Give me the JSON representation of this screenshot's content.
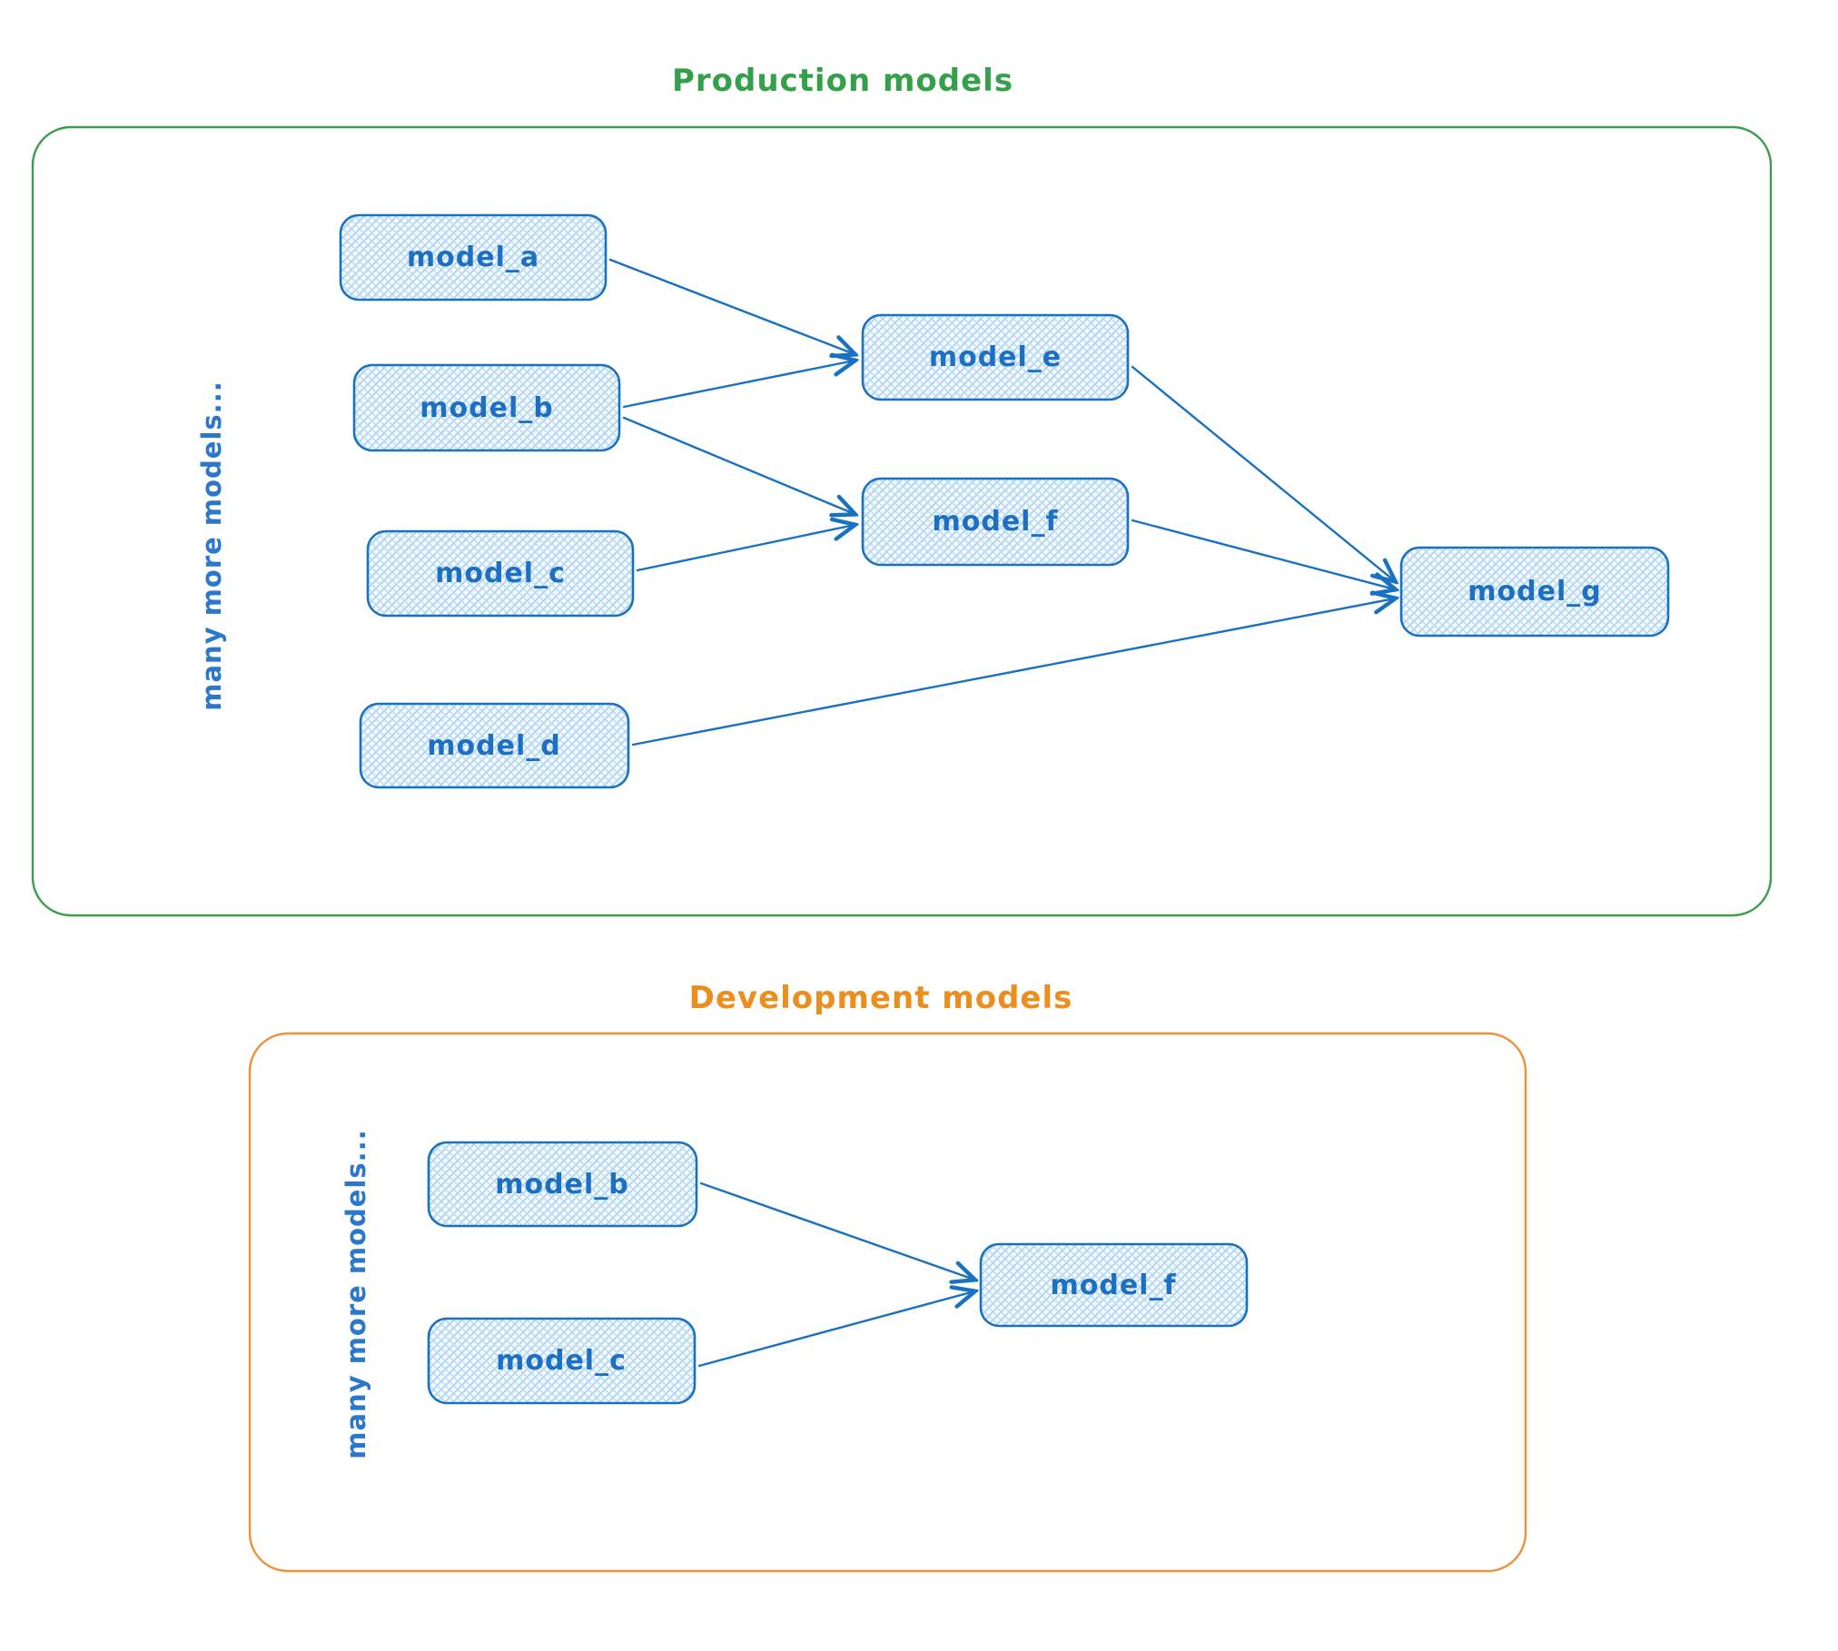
{
  "production": {
    "title": "Production models",
    "side_label": "many more models...",
    "nodes": {
      "a": {
        "label": "model_a"
      },
      "b": {
        "label": "model_b"
      },
      "c": {
        "label": "model_c"
      },
      "d": {
        "label": "model_d"
      },
      "e": {
        "label": "model_e"
      },
      "f": {
        "label": "model_f"
      },
      "g": {
        "label": "model_g"
      }
    },
    "edges": [
      {
        "from": "model_a",
        "to": "model_e"
      },
      {
        "from": "model_b",
        "to": "model_e"
      },
      {
        "from": "model_b",
        "to": "model_f"
      },
      {
        "from": "model_c",
        "to": "model_f"
      },
      {
        "from": "model_e",
        "to": "model_g"
      },
      {
        "from": "model_f",
        "to": "model_g"
      },
      {
        "from": "model_d",
        "to": "model_g"
      }
    ]
  },
  "development": {
    "title": "Development models",
    "side_label": "many more models...",
    "nodes": {
      "b": {
        "label": "model_b"
      },
      "c": {
        "label": "model_c"
      },
      "f": {
        "label": "model_f"
      }
    },
    "edges": [
      {
        "from": "model_b",
        "to": "model_f"
      },
      {
        "from": "model_c",
        "to": "model_f"
      }
    ]
  },
  "colors": {
    "node_stroke": "#1971c2",
    "node_fill_hatch": "#a5d8ff",
    "node_text": "#1c6fc2",
    "production_border": "#3a9e4c",
    "production_title": "#35a04a",
    "development_border": "#ef9136",
    "development_title": "#eb8d1f"
  }
}
